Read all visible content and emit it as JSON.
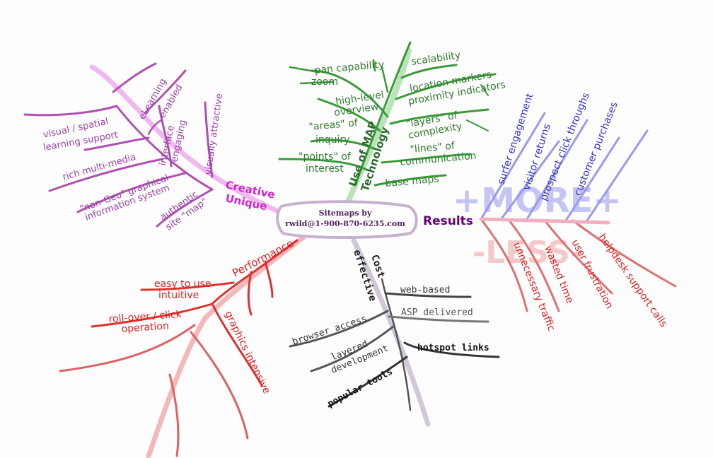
{
  "center": {
    "line1": "Sitemaps by",
    "line2": "rwild@1-900-870-6235.com"
  },
  "branches": {
    "technology": {
      "title_line1": "Use of MAP",
      "title_line2": "Technology",
      "color": "#2e7d2e",
      "items": [
        "pan capability",
        "zoom",
        "high-level",
        "overview",
        "\"areas\" of",
        "inquiry",
        "\"points\" of",
        "interest",
        "scalability",
        "location markers",
        "proximity indicators",
        "\"layers\" of",
        "complexity",
        "\"lines\" of",
        "communication",
        "base maps"
      ]
    },
    "creative": {
      "title_line1": "Creative",
      "title_line2": "Unique",
      "color": "#c040c0",
      "items": [
        "eLearning",
        "enabled",
        "visual / spatial",
        "learning support",
        "rich multi-media",
        "\"non-Geo\" graphical",
        "information system",
        "engaging",
        "interface",
        "visually attractive",
        "authentic",
        "site \"map\""
      ]
    },
    "results": {
      "title": "Results",
      "color": "#660077",
      "more_label": "+MORE+",
      "less_label": "-LESS-",
      "more_color": "#9999ee",
      "less_color": "#f0a0a0",
      "more_items": [
        "surfer engagement",
        "visitor returns",
        "prospect click throughs",
        "customer purchases"
      ],
      "less_items": [
        "unnecessary traffic",
        "wasted time",
        "user frustration",
        "helpdesk support calls"
      ]
    },
    "performance": {
      "title": "Performance",
      "color": "#e03030",
      "items": [
        "easy to use",
        "intuitive",
        "roll-over / click",
        "operation",
        "graphics intensive"
      ]
    },
    "cost": {
      "title_line1": "Cost",
      "title_line2": "effective",
      "color": "#222222",
      "items": [
        "web-based",
        "ASP delivered",
        "browser access",
        "layered",
        "development",
        "hotspot links",
        "popular tools"
      ]
    }
  }
}
